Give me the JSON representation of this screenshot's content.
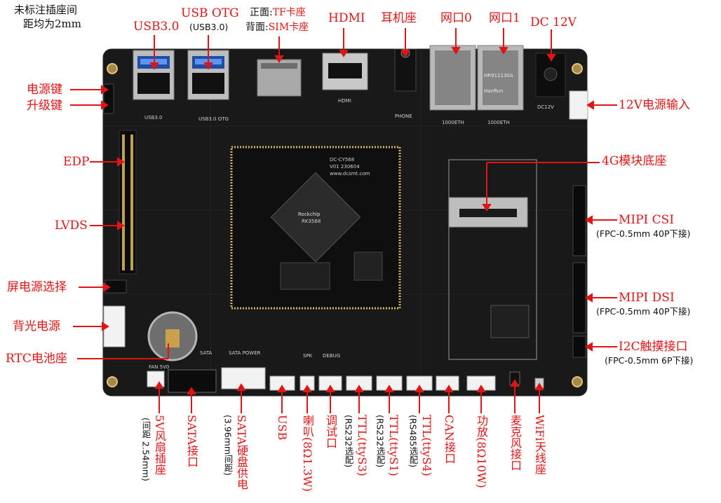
{
  "note": {
    "line1": "未标注插座间",
    "line2": "距均为2mm"
  },
  "top": {
    "usb30": "USB3.0",
    "usb_otg": "USB OTG",
    "usb_otg_sub": "(USB3.0)",
    "tf_prefix": "正面:",
    "tf_suffix": "TF卡座",
    "sim_prefix": "背面:",
    "sim_suffix": "SIM卡座",
    "hdmi": "HDMI",
    "earphone": "耳机座",
    "eth0": "网口0",
    "eth1": "网口1",
    "dc12v": "DC 12V"
  },
  "left": {
    "power_key": "电源键",
    "upgrade_key": "升级键",
    "edp": "EDP",
    "lvds": "LVDS",
    "screen_power_select": "屏电源选择",
    "backlight_power": "背光电源",
    "rtc_battery": "RTC电池座"
  },
  "right": {
    "input_12v": "12V电源输入",
    "module_4g": "4G模块底座",
    "mipi_csi": "MIPI CSI",
    "mipi_csi_sub": "(FPC-0.5mm 40P下接)",
    "mipi_dsi": "MIPI DSI",
    "mipi_dsi_sub": "(FPC-0.5mm 40P下接)",
    "i2c_touch": "I2C触摸接口",
    "i2c_touch_sub": "(FPC-0.5mm 6P下接)"
  },
  "bottom": {
    "fan_5v": "5V风扇插座",
    "fan_5v_sub": "(间距 2.54mm)",
    "sata": "SATA接口",
    "sata_power": "SATA硬盘供电",
    "sata_power_sub": "(3.96mm间距)",
    "usb": "USB",
    "speaker": "喇叭(8Ω1.3W)",
    "debug": "调试口",
    "ttl3_red": "TTL(ttyS3)",
    "ttl3_sub": "(RS232选配)",
    "ttl1": "TTL(ttyS1)",
    "ttl1_sub": "(RS232选配)",
    "ttl4": "TTL(ttyS4)",
    "ttl4_sub": "(RS485选配)",
    "can": "CAN接口",
    "amp": "功放(8Ω10W)",
    "mic": "麦克风接口",
    "wifi_ant": "WiFi天线座"
  },
  "silkscreen": {
    "board_name": "DC-CY568",
    "board_version": "V01 230604",
    "board_url": "www.dcsmt.com",
    "soc_brand": "Rockchip",
    "soc_model": "RK3568",
    "eth_jack_brand": "HanRun",
    "eth_jack_model": "HR911130A",
    "hdmi": "HDMI",
    "phone": "PHONE",
    "usb30": "USB3.0",
    "usb30_otg": "USB3.0 OTG",
    "sata": "SATA",
    "sata_power": "SATA POWER",
    "debug": "DEBUG",
    "spk": "SPK",
    "fan": "FAN 5V0",
    "eth0": "1000ETH",
    "eth1": "1000ETH",
    "dc": "DC12V"
  },
  "colors": {
    "label": "#e01414",
    "board": "#1a1a1a",
    "connector_white": "#f2f2f2",
    "usb_blue": "#2f6fd8"
  }
}
